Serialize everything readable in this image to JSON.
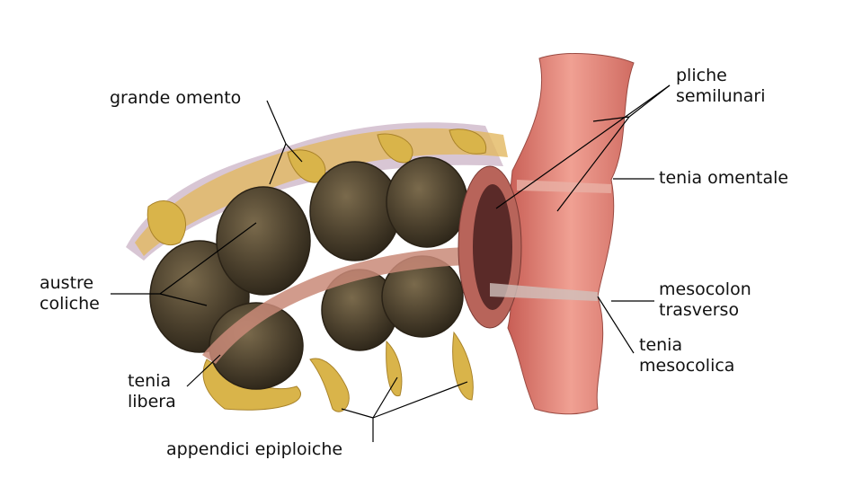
{
  "labels": {
    "grande_omento": "grande omento",
    "pliche_semilunari": [
      "pliche",
      "semilunari"
    ],
    "tenia_omentale": "tenia omentale",
    "austre_coliche": [
      "austre",
      "coliche"
    ],
    "mesocolon_trasverso": [
      "mesocolon",
      "trasverso"
    ],
    "tenia_mesocolica": [
      "tenia",
      "mesocolica"
    ],
    "tenia_libera": [
      "tenia",
      "libera"
    ],
    "appendici_epiploiche": "appendici epiploiche"
  },
  "colors": {
    "haustra": "#4a3f2c",
    "fat": "#d9b44a",
    "mucosa": "#e0877a",
    "tenia": "#c98a78"
  }
}
